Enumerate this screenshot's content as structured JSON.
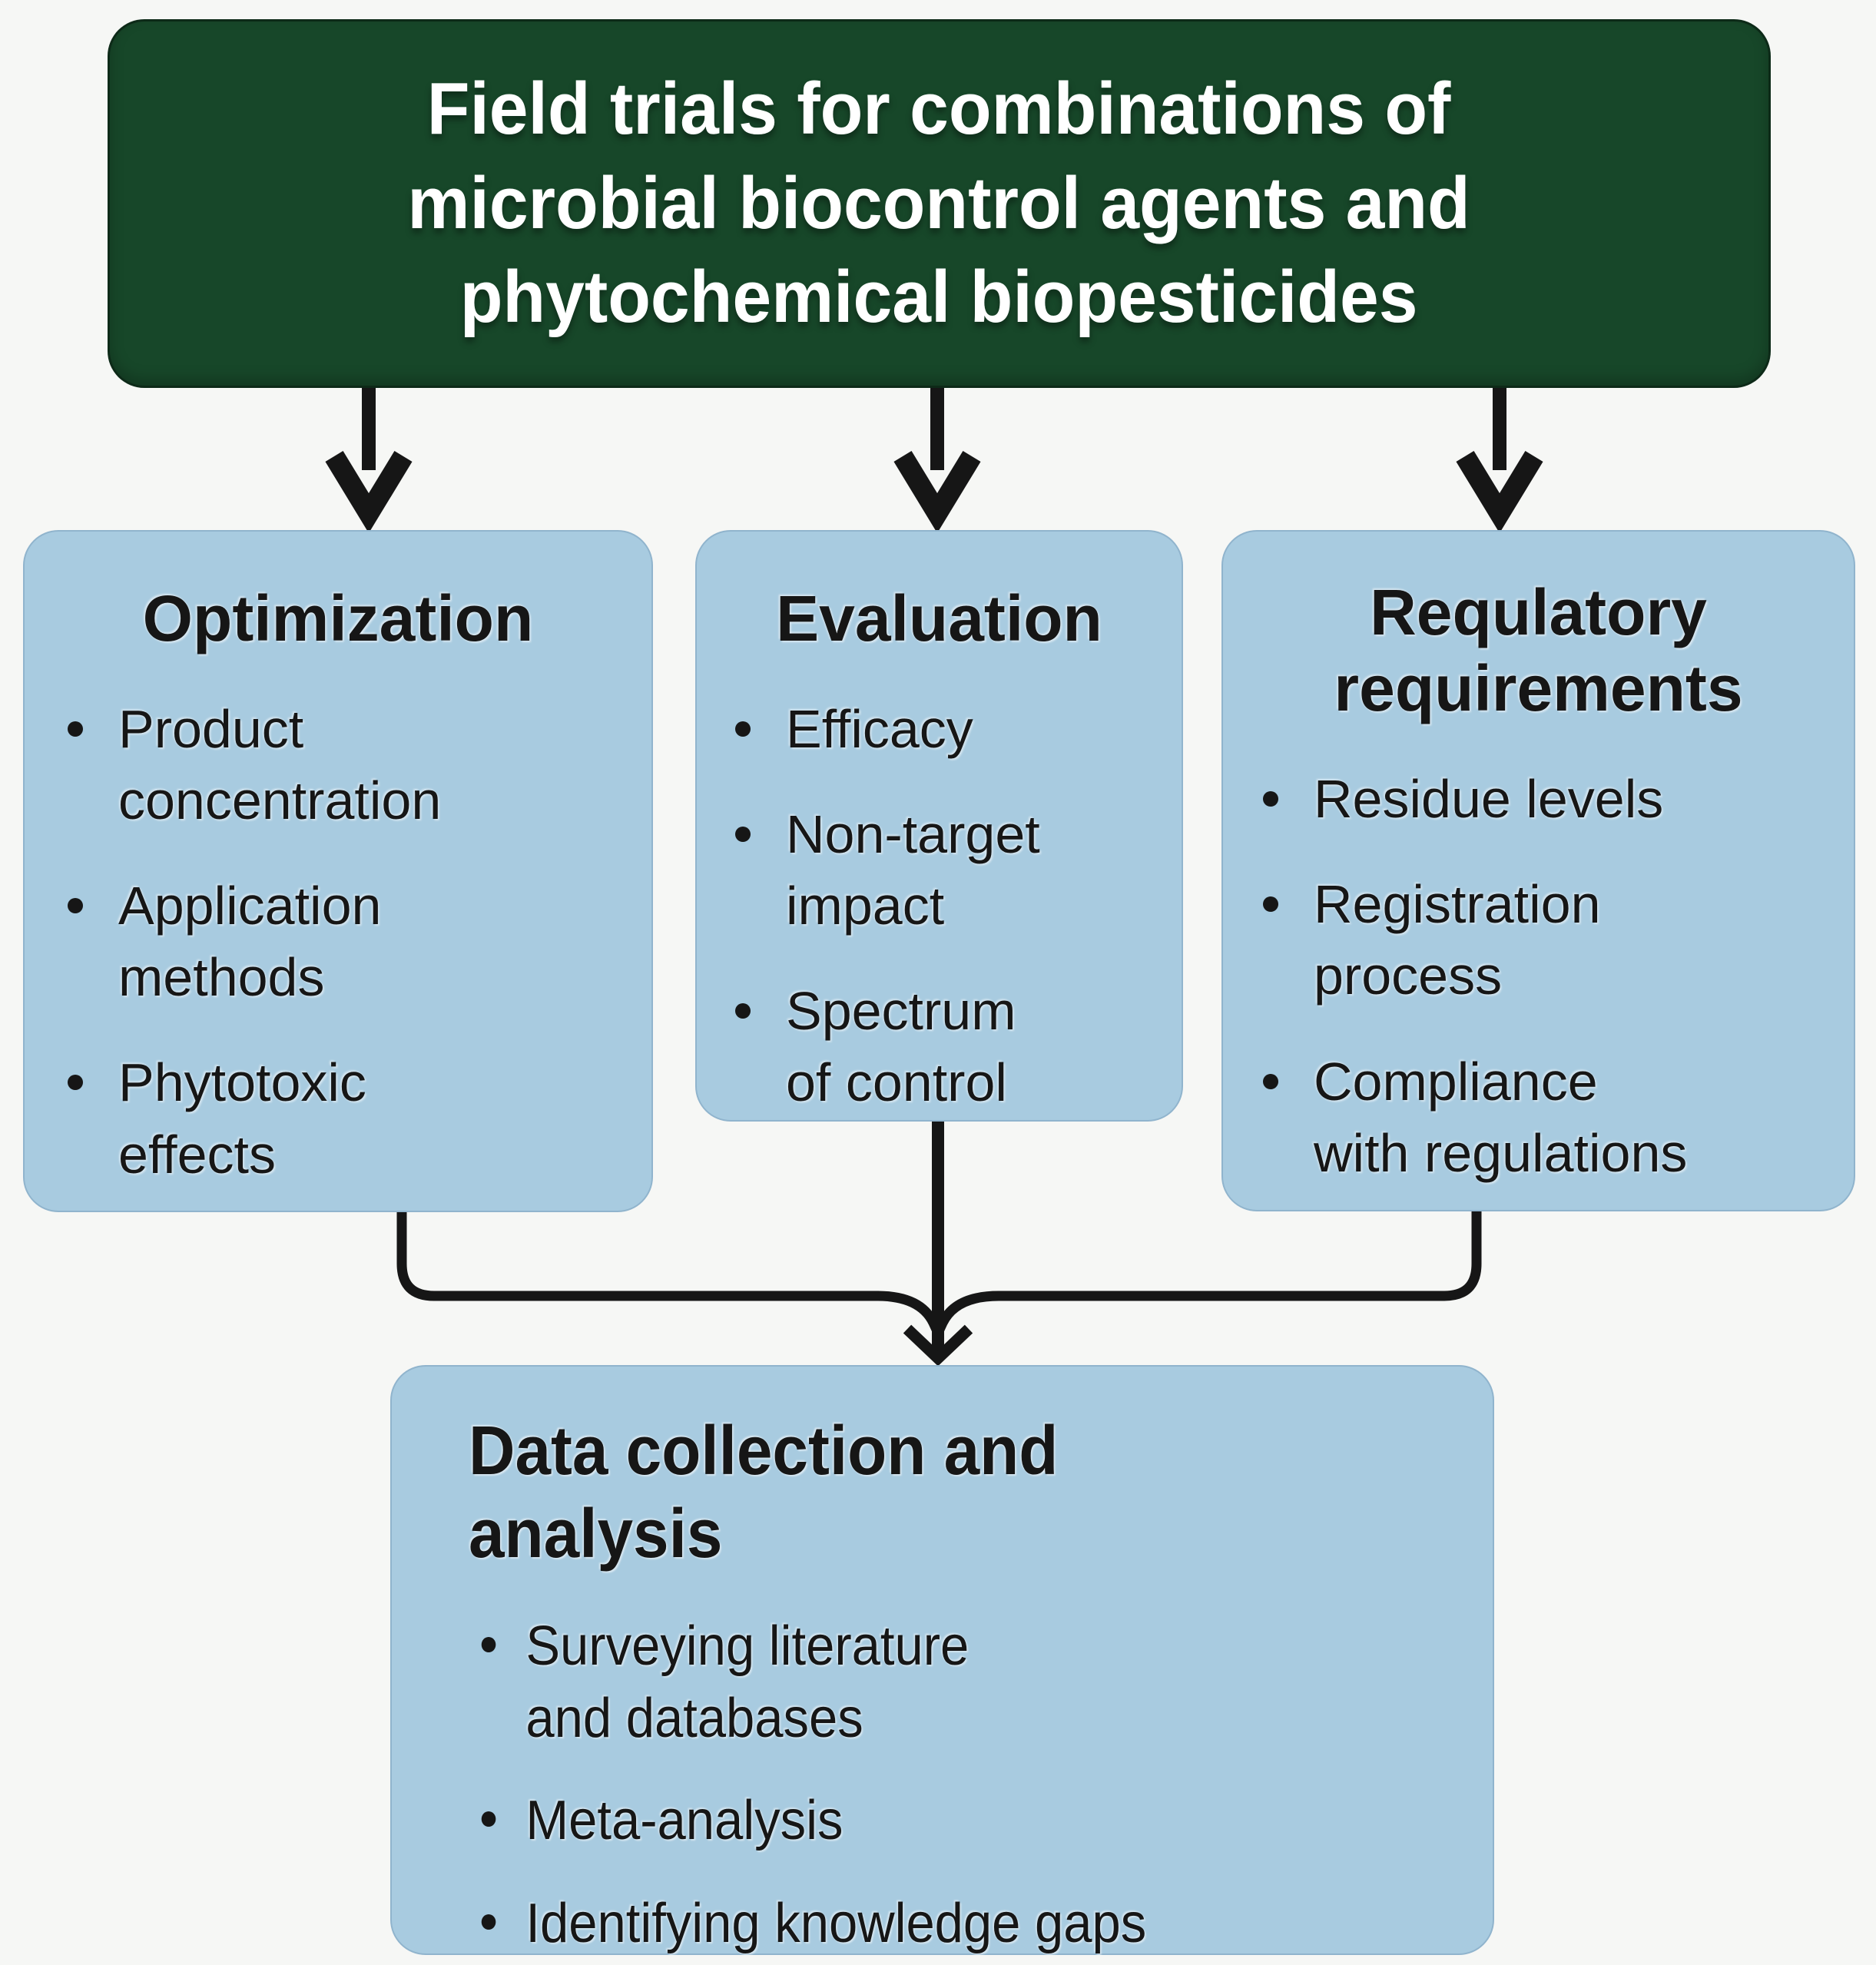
{
  "colors": {
    "page_bg": "#f6f7f5",
    "header_bg": "#174729",
    "header_text": "#ffffff",
    "box_bg": "#a8cbe0",
    "box_text": "#161616",
    "arrow": "#161616"
  },
  "header": {
    "title": "Field trials for combinations of\nmicrobial biocontrol agents and\nphytochemical biopesticides"
  },
  "boxes": {
    "optimization": {
      "heading": "Optimization",
      "bullets": [
        "Product\nconcentration",
        "Application\nmethods",
        "Phytotoxic\neffects"
      ]
    },
    "evaluation": {
      "heading": "Evaluation",
      "bullets": [
        "Efficacy",
        "Non-target\nimpact",
        "Spectrum\nof control"
      ]
    },
    "regulatory": {
      "heading": "Requlatory\nrequirements",
      "bullets": [
        "Residue levels",
        "Registration\nprocess",
        "Compliance\nwith regulations"
      ]
    },
    "data_collection": {
      "heading": "Data collection and\nanalysis",
      "bullets": [
        "Surveying literature\nand databases",
        "Meta-analysis",
        "Identifying knowledge gaps"
      ]
    }
  }
}
